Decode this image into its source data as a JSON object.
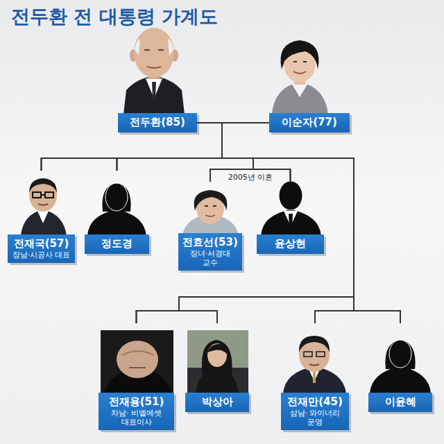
{
  "diagram": {
    "title": "전두환 전 대통령 가계도",
    "nodes": [
      {
        "text": [
          "전두환(85)"
        ]
      },
      {
        "text": [
          "이순자(77)"
        ]
      },
      {
        "text": [
          "전재국(57)",
          "장남·시공사 대표"
        ]
      },
      {
        "text": [
          "정도경"
        ]
      },
      {
        "text": [
          "전효선(53)",
          "장녀·서경대 교수"
        ]
      },
      {
        "text": [
          "윤상현"
        ]
      },
      {
        "text": [
          "전재용(51)",
          "차남· 비엘에셋 대표이사"
        ]
      },
      {
        "text": [
          "박상아"
        ]
      },
      {
        "text": [
          "전재만(45)",
          "삼남· 와이너리 운영"
        ]
      },
      {
        "text": [
          "이윤혜"
        ]
      }
    ],
    "edges": [
      {
        "from": 0,
        "to": 2,
        "arrow": "none"
      },
      {
        "from": 0,
        "to": 3,
        "arrow": "none"
      },
      {
        "from": 0,
        "to": 4,
        "arrow": "none"
      },
      {
        "from": 0,
        "to": 5,
        "arrow": "none"
      },
      {
        "from": 0,
        "to": 6,
        "arrow": "none"
      },
      {
        "from": 0,
        "to": 7,
        "arrow": "none"
      },
      {
        "from": 0,
        "to": 8,
        "arrow": "none"
      },
      {
        "from": 0,
        "to": 9,
        "arrow": "none"
      },
      {
        "from": 1,
        "to": 2,
        "arrow": "none"
      },
      {
        "from": 1,
        "to": 3,
        "arrow": "none"
      },
      {
        "from": 1,
        "to": 4,
        "arrow": "none"
      },
      {
        "from": 1,
        "to": 5,
        "arrow": "none"
      },
      {
        "from": 1,
        "to": 6,
        "arrow": "none"
      },
      {
        "from": 1,
        "to": 7,
        "arrow": "none"
      },
      {
        "from": 1,
        "to": 8,
        "arrow": "none"
      },
      {
        "from": 1,
        "to": 9,
        "arrow": "none"
      }
    ],
    "labels": [
      "2005년 이혼"
    ]
  }
}
